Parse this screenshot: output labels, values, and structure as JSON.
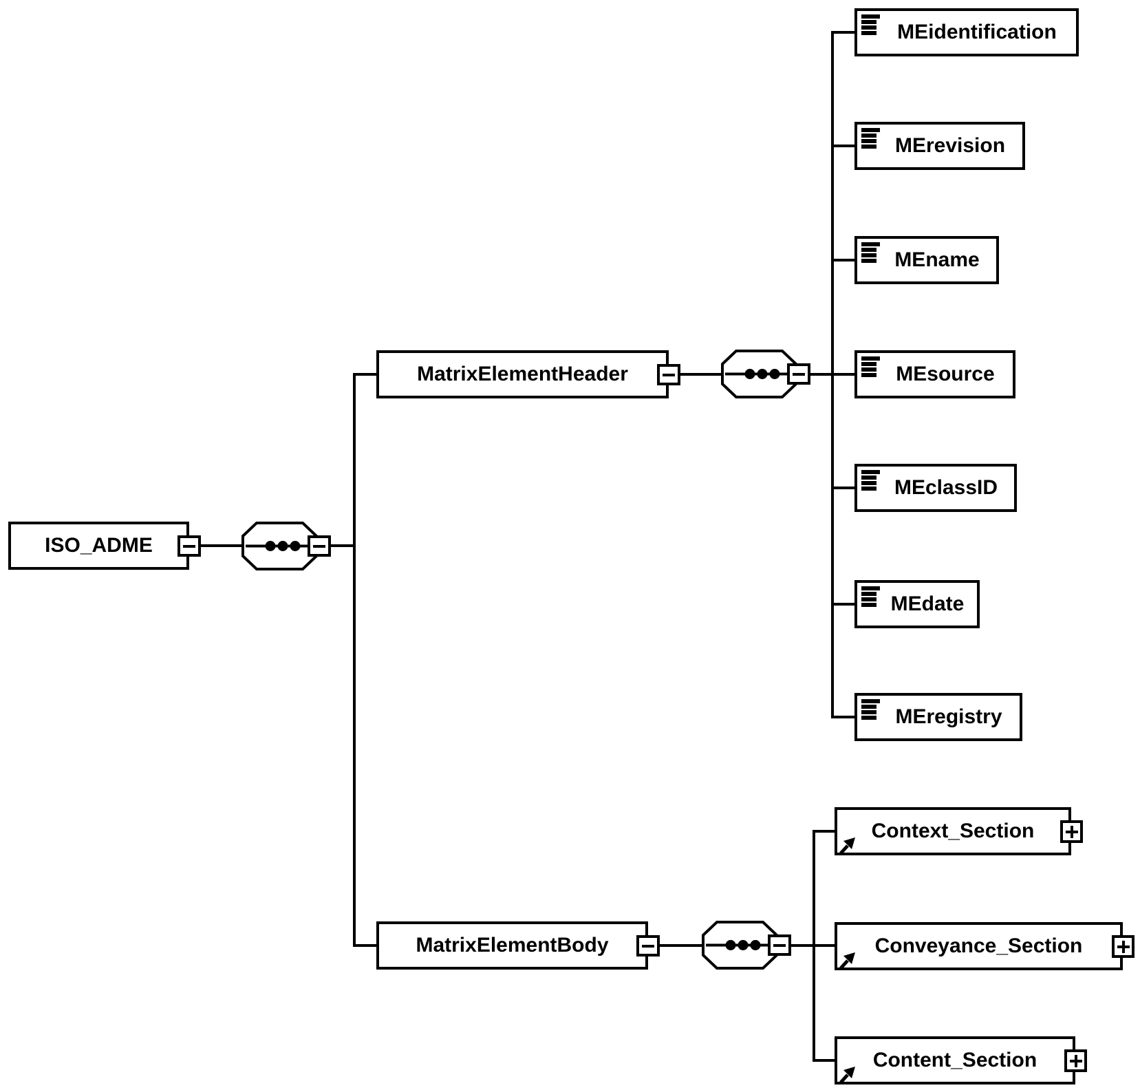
{
  "colors": {
    "foreground": "#000000",
    "background": "#ffffff"
  },
  "tree": {
    "root": {
      "label": "ISO_ADME"
    },
    "branches": [
      {
        "label": "MatrixElementHeader",
        "children": [
          {
            "label": "MEidentification"
          },
          {
            "label": "MErevision"
          },
          {
            "label": "MEname"
          },
          {
            "label": "MEsource"
          },
          {
            "label": "MEclassID"
          },
          {
            "label": "MEdate"
          },
          {
            "label": "MEregistry"
          }
        ]
      },
      {
        "label": "MatrixElementBody",
        "children": [
          {
            "label": "Context_Section"
          },
          {
            "label": "Conveyance_Section"
          },
          {
            "label": "Content_Section"
          }
        ]
      }
    ]
  },
  "icons": {
    "collapse_toggle": "minus-icon",
    "expand_toggle": "plus-icon",
    "compositor": "sequence-icon",
    "simple_content": "text-lines-icon",
    "element_reference": "ne-arrow-icon"
  }
}
